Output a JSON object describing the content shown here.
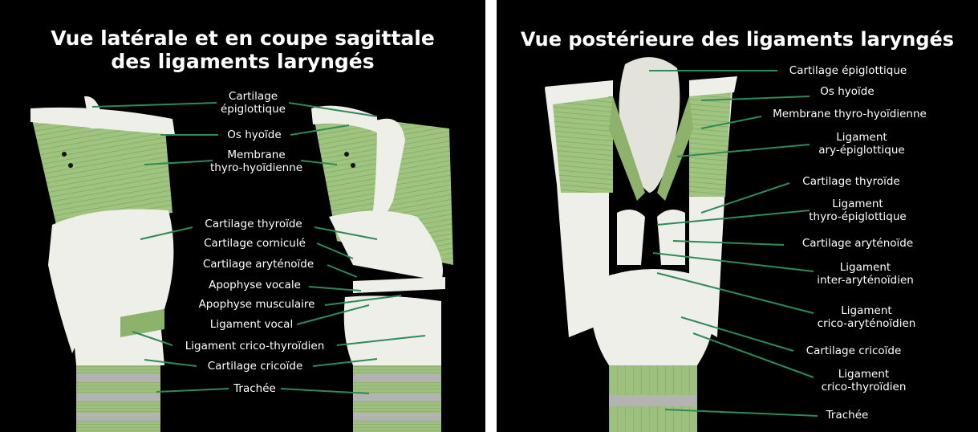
{
  "left": {
    "title_line1": "Vue latérale et en coupe sagittale",
    "title_line2": "des ligaments laryngés",
    "labels": {
      "epiglottic_1": "Cartilage",
      "epiglottic_2": "épiglottique",
      "hyoid": "Os hyoïde",
      "membrane_1": "Membrane",
      "membrane_2": "thyro-hyoïdienne",
      "thyroid": "Cartilage thyroïde",
      "corniculate": "Cartilage corniculé",
      "arytenoid": "Cartilage aryténoïde",
      "vocal_process": "Apophyse vocale",
      "muscular_process": "Apophyse musculaire",
      "vocal_ligament": "Ligament vocal",
      "cricothyroid_ligament": "Ligament crico-thyroïdien",
      "cricoid": "Cartilage cricoïde",
      "trachea": "Trachée"
    }
  },
  "right": {
    "title": "Vue postérieure des ligaments laryngés",
    "labels": {
      "epiglottic": "Cartilage épiglottique",
      "hyoid": "Os hyoïde",
      "membrane": "Membrane thyro-hyoïdienne",
      "aryepiglottic_1": "Ligament",
      "aryepiglottic_2": "ary-épiglottique",
      "thyroid": "Cartilage thyroïde",
      "thyroepiglottic_1": "Ligament",
      "thyroepiglottic_2": "thyro-épiglottique",
      "arytenoid": "Cartilage aryténoïde",
      "interarytenoid_1": "Ligament",
      "interarytenoid_2": "inter-aryténoïdien",
      "cricoarytenoid_1": "Ligament",
      "cricoarytenoid_2": "crico-aryténoïdien",
      "cricoid": "Cartilage cricoïde",
      "cricothyroid_1": "Ligament",
      "cricothyroid_2": "crico-thyroïdien",
      "trachea": "Trachée"
    }
  },
  "colors": {
    "background": "#000000",
    "ligament_green": "#a9c98a",
    "muscle_green": "#7fa75c",
    "cartilage_white": "#eeeeea",
    "leader_line": "#2e8b57",
    "ring_grey": "#a8a8a8"
  }
}
